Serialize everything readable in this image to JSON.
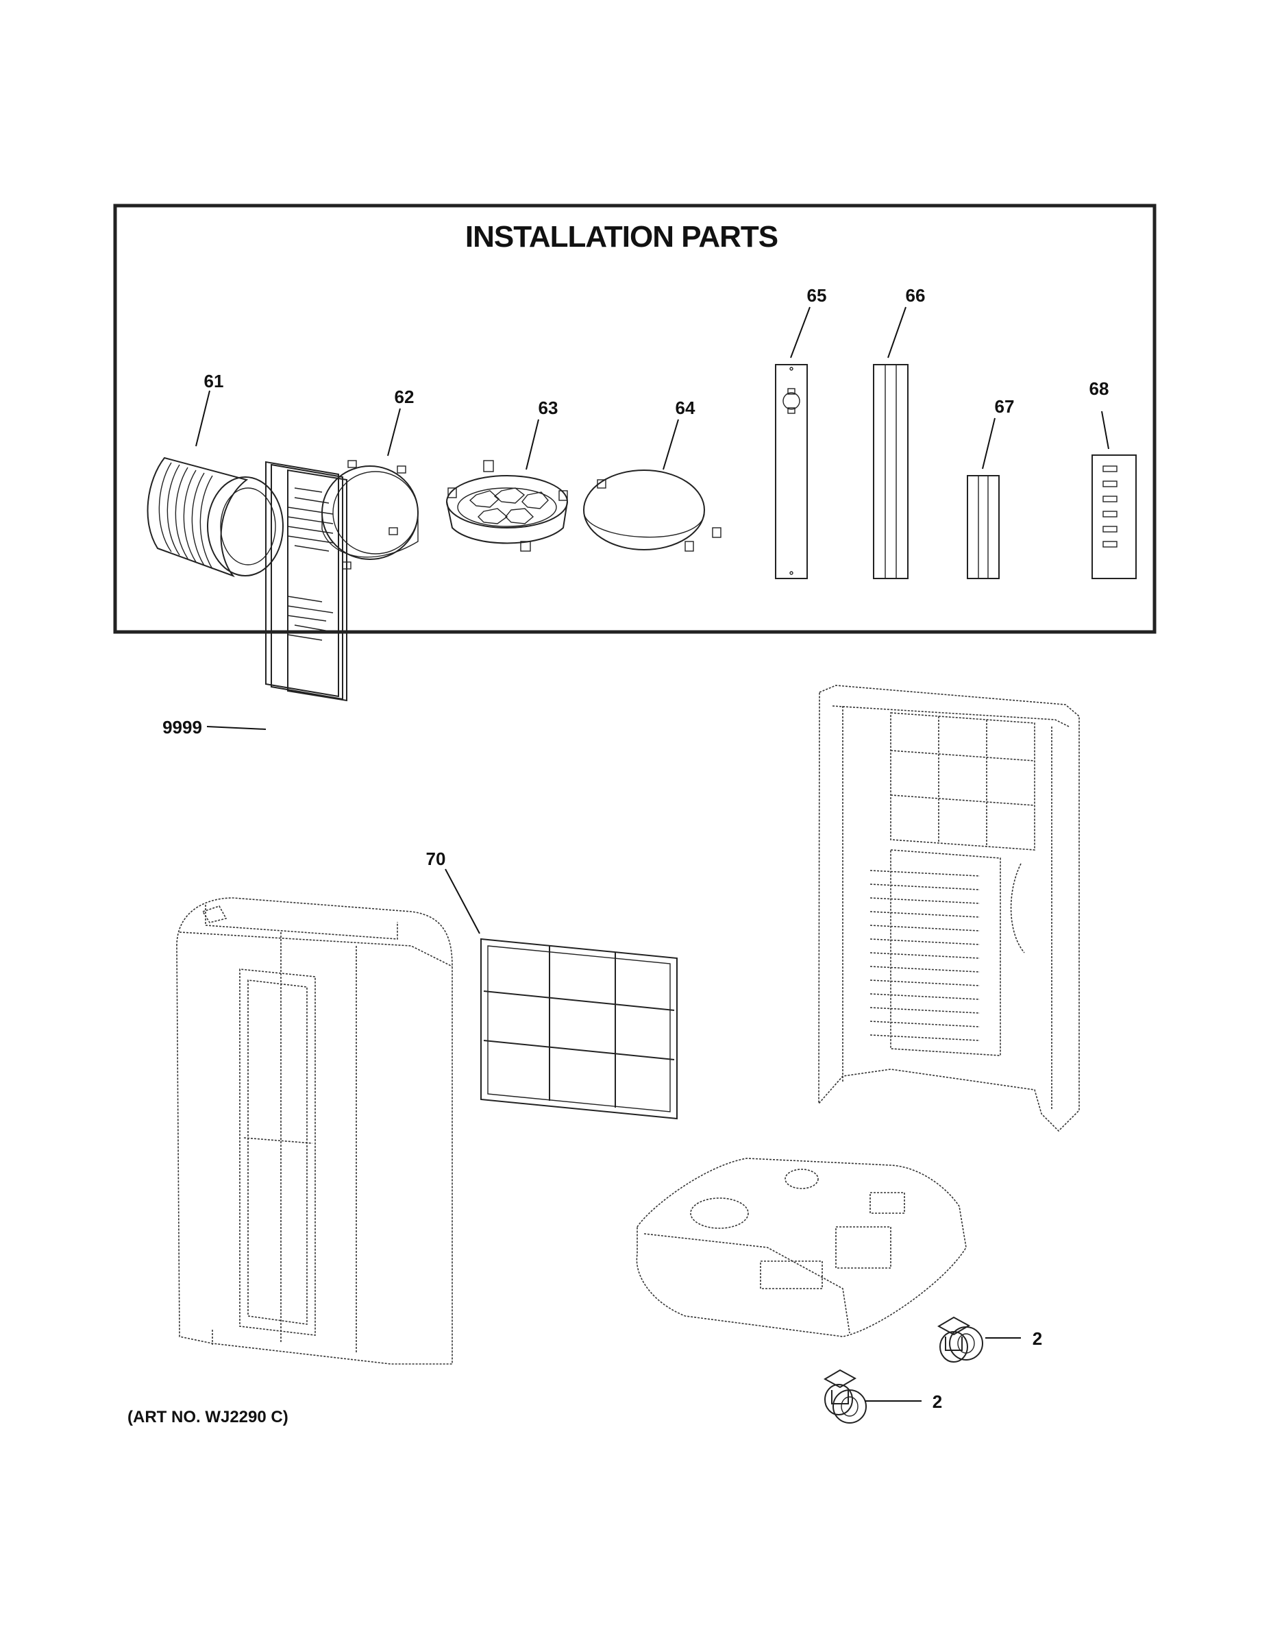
{
  "title": "INSTALLATION PARTS",
  "art_no": "(ART NO. WJ2290 C)",
  "parts": [
    {
      "id": "61",
      "icon": "exhaust-hose-icon"
    },
    {
      "id": "62",
      "icon": "hose-adapter-ring-icon"
    },
    {
      "id": "63",
      "icon": "window-adapter-icon"
    },
    {
      "id": "64",
      "icon": "hose-cap-icon"
    },
    {
      "id": "65",
      "icon": "window-panel-icon"
    },
    {
      "id": "66",
      "icon": "window-panel-icon"
    },
    {
      "id": "67",
      "icon": "window-panel-extension-icon"
    },
    {
      "id": "68",
      "icon": "window-lock-icon"
    },
    {
      "id": "9999",
      "icon": "manual-icon"
    },
    {
      "id": "70",
      "icon": "air-filter-icon"
    },
    {
      "id": "2",
      "icon": "caster-icon"
    },
    {
      "id": "2",
      "icon": "caster-icon"
    }
  ]
}
